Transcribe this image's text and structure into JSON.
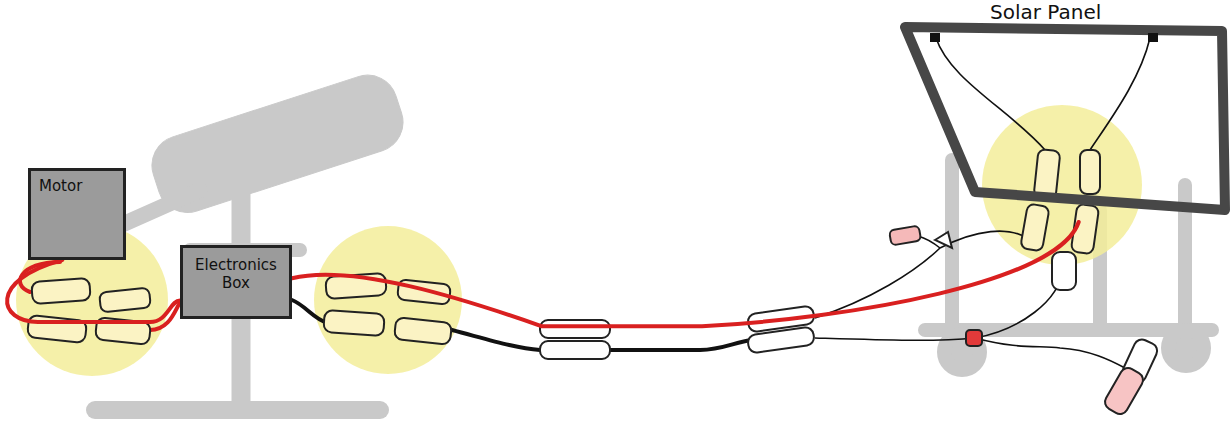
{
  "diagram": {
    "nodes": [
      {
        "text": [
          "Motor"
        ]
      },
      {
        "text": [
          "Electronics Box"
        ]
      },
      {
        "text": [
          "Solar Panel"
        ]
      }
    ],
    "edges": [
      {
        "from": 0,
        "to": 1,
        "arrow": "none"
      },
      {
        "from": 1,
        "to": 2,
        "arrow": "none"
      }
    ]
  }
}
